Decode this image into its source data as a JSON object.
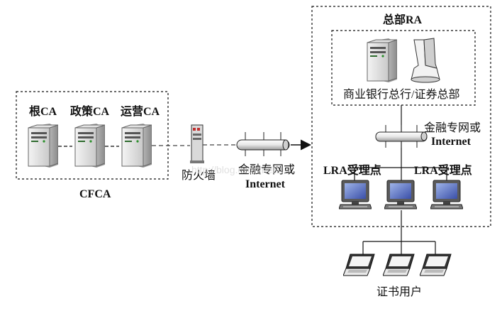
{
  "cfca": {
    "name": "CFCA",
    "servers": [
      {
        "label": "根CA"
      },
      {
        "label": "政策CA"
      },
      {
        "label": "运营CA"
      }
    ]
  },
  "firewall": {
    "label": "防火墙"
  },
  "network_left": {
    "line1": "金融专网或",
    "line2": "Internet"
  },
  "hq": {
    "name": "总部RA",
    "inner_label": "商业银行总行/证券总部",
    "network": {
      "line1": "金融专网或",
      "line2": "Internet"
    },
    "lra_labels": [
      "LRA受理点",
      "LRA受理点"
    ]
  },
  "users": {
    "label": "证书用户"
  },
  "watermark": "http://blog.csdn.net/..."
}
